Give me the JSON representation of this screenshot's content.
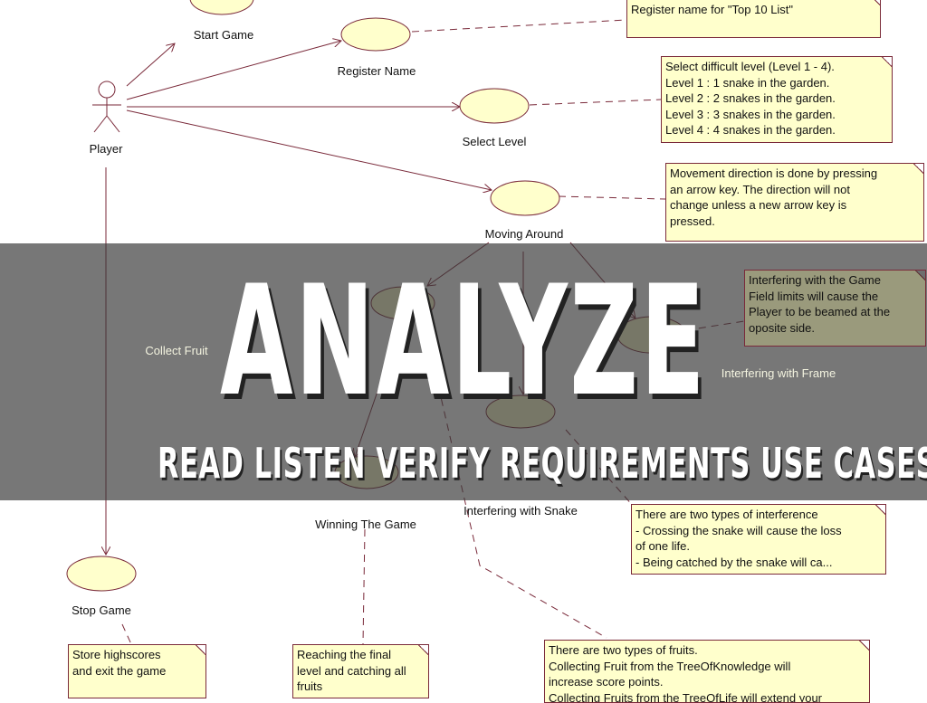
{
  "slide": {
    "title": "ANALYZE",
    "subtitle": "READ LISTEN VERIFY REQUIREMENTS USE CASES"
  },
  "diagram": {
    "actor": "Player",
    "use_cases": {
      "start_game": "Start Game",
      "register_name": "Register Name",
      "select_level": "Select Level",
      "moving_around": "Moving Around",
      "collect_fruit": "Collect Fruit",
      "interfering_frame": "Interfering with Frame",
      "interfering_snake": "Interfering with Snake",
      "winning_game": "Winning The Game",
      "stop_game": "Stop Game"
    },
    "notes": {
      "register": [
        "Register name for \"Top 10 List\""
      ],
      "level": [
        "Select difficult level (Level 1 - 4).",
        "Level 1 : 1 snake in the garden.",
        "Level 2 : 2 snakes in the garden.",
        "Level 3 : 3 snakes in the garden.",
        "Level 4 : 4 snakes in the garden."
      ],
      "moving": [
        "Movement direction is done by pressing",
        "an arrow key. The direction will not",
        "change unless a new arrow key is",
        "pressed."
      ],
      "frame": [
        "Interfering with the Game",
        "Field limits will cause the",
        "Player to be beamed at the",
        "oposite side."
      ],
      "snake": [
        "There are two types of interference",
        "- Crossing the snake will cause the loss",
        "of one life.",
        "- Being catched by the snake will ca..."
      ],
      "stop": [
        "Store highscores",
        "and exit the game"
      ],
      "winning": [
        "Reaching the final",
        "level and catching all",
        "fruits"
      ],
      "fruit": [
        "There are two types of fruits.",
        "Collecting Fruit from the TreeOfKnowledge will",
        "increase score points.",
        "Collecting Fruits from the TreeOfLife will extend your"
      ]
    }
  },
  "colors": {
    "line": "#7a2a3a",
    "ellipse": "#ffffcc",
    "note": "#ffffcc",
    "band": "#373737"
  }
}
